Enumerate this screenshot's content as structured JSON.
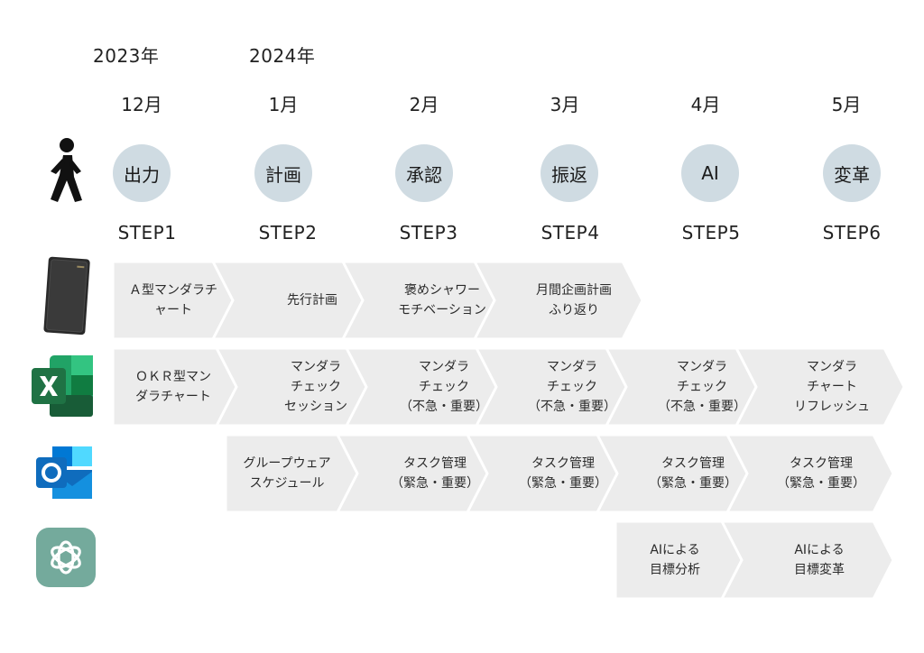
{
  "years": [
    {
      "label": "2023年"
    },
    {
      "label": "2024年"
    }
  ],
  "months": [
    "12月",
    "1月",
    "2月",
    "3月",
    "4月",
    "5月"
  ],
  "phases": [
    "出力",
    "計画",
    "承認",
    "振返",
    "AI",
    "変革"
  ],
  "steps": [
    "STEP1",
    "STEP2",
    "STEP3",
    "STEP4",
    "STEP5",
    "STEP6"
  ],
  "colors": {
    "circle": "#cfdbe2",
    "chevron": "#ececec",
    "excel": "#1f7244",
    "outlook": "#0f6cbd",
    "chatgpt": "#74aa9c"
  },
  "icons": [
    "walking-person-icon",
    "notebook-icon",
    "excel-icon",
    "outlook-icon",
    "chatgpt-icon"
  ],
  "rows": [
    {
      "name": "notebook",
      "items": [
        {
          "text": "Ａ型マンダラチ\nャート"
        },
        {
          "text": "先行計画"
        },
        {
          "text": "褒めシャワー\nモチベーション"
        },
        {
          "text": "月間企画計画\nふり返り"
        }
      ]
    },
    {
      "name": "excel",
      "items": [
        {
          "text": "ＯＫＲ型マン\nダラチャート"
        },
        {
          "text": "マンダラ\nチェック\nセッション"
        },
        {
          "text": "マンダラ\nチェック\n（不急・重要）"
        },
        {
          "text": "マンダラ\nチェック\n（不急・重要）"
        },
        {
          "text": "マンダラ\nチェック\n（不急・重要）"
        },
        {
          "text": "マンダラ\nチャート\nリフレッシュ"
        }
      ]
    },
    {
      "name": "outlook",
      "items": [
        {
          "text": "グループウェア\nスケジュール"
        },
        {
          "text": "タスク管理\n（緊急・重要）"
        },
        {
          "text": "タスク管理\n（緊急・重要）"
        },
        {
          "text": "タスク管理\n（緊急・重要）"
        },
        {
          "text": "タスク管理\n（緊急・重要）"
        }
      ]
    },
    {
      "name": "chatgpt",
      "items": [
        {
          "text": "AIによる\n目標分析"
        },
        {
          "text": "AIによる\n目標変革"
        }
      ]
    }
  ]
}
